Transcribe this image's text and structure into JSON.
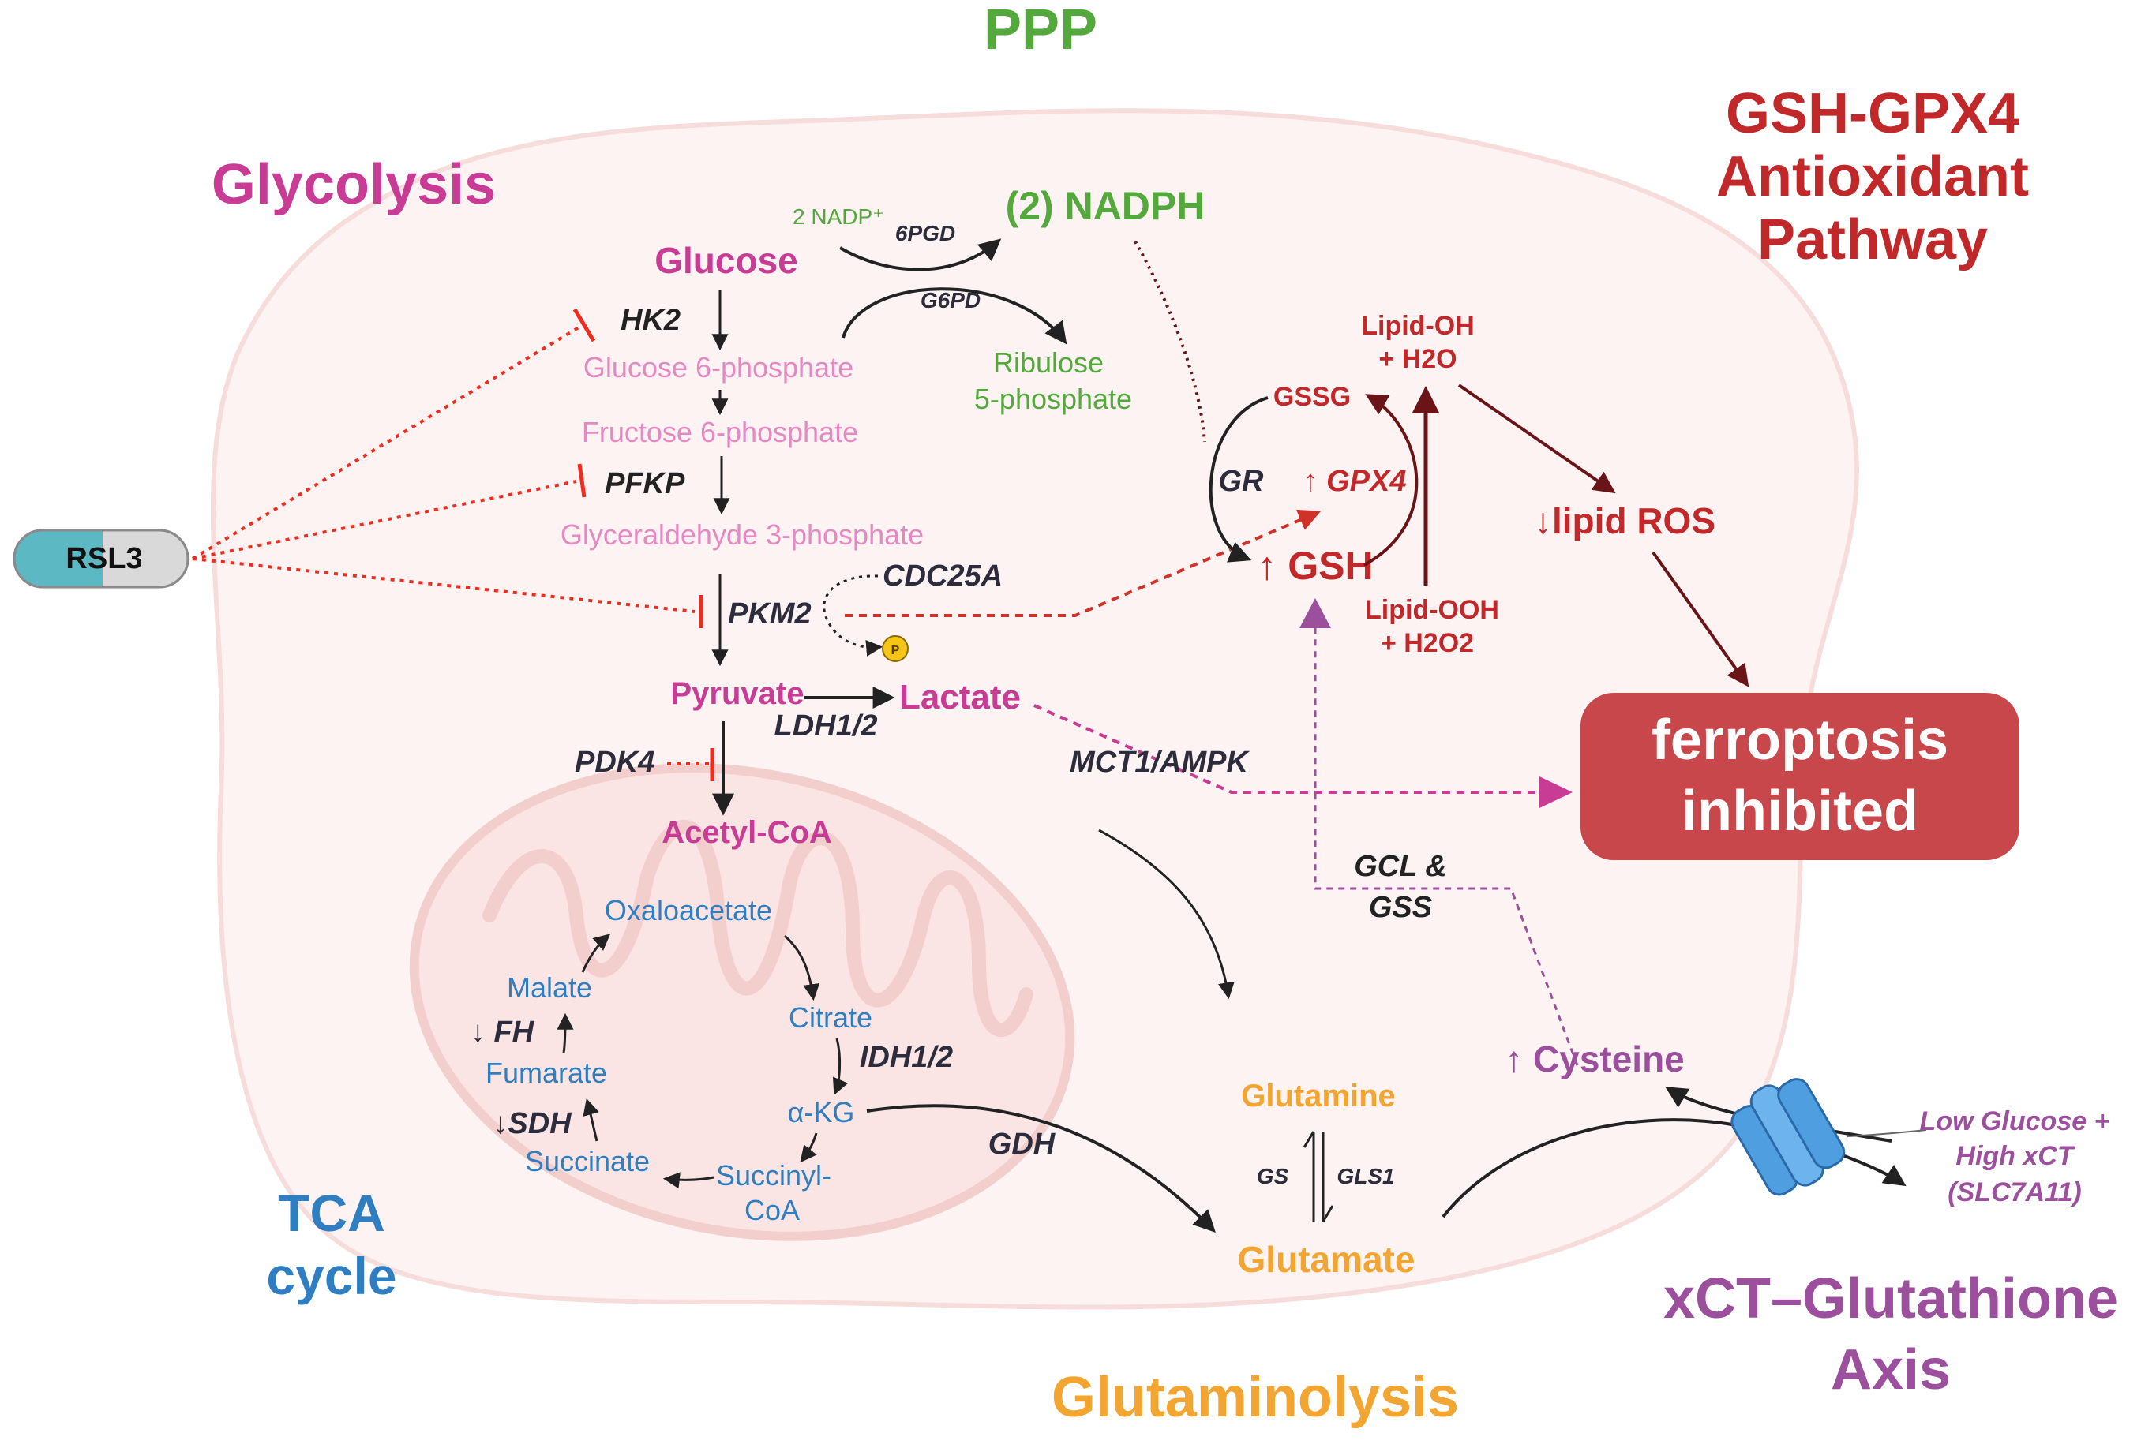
{
  "sections": {
    "glycolysis": "Glycolysis",
    "ppp": "PPP",
    "gsh_line1": "GSH-GPX4",
    "gsh_line2": "Antioxidant",
    "gsh_line3": "Pathway",
    "tca_line1": "TCA",
    "tca_line2": "cycle",
    "glutaminolysis": "Glutaminolysis",
    "xct_line1": "xCT–Glutathione",
    "xct_line2": "Axis"
  },
  "drug": {
    "label": "RSL3"
  },
  "glycolysis": {
    "glucose": "Glucose",
    "hk2": "HK2",
    "g6p": "Glucose 6-phosphate",
    "f6p": "Fructose 6-phosphate",
    "pfkp": "PFKP",
    "g3p": "Glyceraldehyde 3-phosphate",
    "cdc25a": "CDC25A",
    "pkm2": "PKM2",
    "phospho": "P",
    "pyruvate": "Pyruvate",
    "ldh": "LDH1/2",
    "lactate": "Lactate",
    "pdk4": "PDK4",
    "acetylcoa": "Acetyl-CoA",
    "mct1": "MCT1/AMPK"
  },
  "ppp": {
    "nadp": "2 NADP⁺",
    "pgd6": "6PGD",
    "nadph": "(2) NADPH",
    "g6pd": "G6PD",
    "ribulose1": "Ribulose",
    "ribulose2": "5-phosphate"
  },
  "gsh": {
    "lipidoh1": "Lipid-OH",
    "lipidoh2": "+ H2O",
    "gssg": "GSSG",
    "gr": "GR",
    "gpx4": "↑ GPX4",
    "gsh": "↑ GSH",
    "lipidooh1": "Lipid-OOH",
    "lipidooh2": "+ H2O2",
    "lipidros": "↓lipid ROS",
    "ferro1": "ferroptosis",
    "ferro2": "inhibited",
    "gcl1": "GCL &",
    "gcl2": "GSS"
  },
  "tca": {
    "oxaloacetate": "Oxaloacetate",
    "malate": "Malate",
    "fh": "↓ FH",
    "fumarate": "Fumarate",
    "sdh": "↓SDH",
    "succinate": "Succinate",
    "citrate": "Citrate",
    "idh": "IDH1/2",
    "akg": "α-KG",
    "succinyl1": "Succinyl-",
    "succinyl2": "CoA"
  },
  "glut": {
    "glutamine": "Glutamine",
    "gs": "GS",
    "gls1": "GLS1",
    "glutamate": "Glutamate",
    "gdh": "GDH"
  },
  "xct": {
    "cysteine": "↑ Cysteine",
    "note1": "Low Glucose +",
    "note2": "High xCT",
    "note3": "(SLC7A11)"
  },
  "colors": {
    "glycolysis": "#c83c96",
    "glycolysis_light": "#e489c2",
    "ppp": "#54a93d",
    "gsh": "#c0282a",
    "gsh_dark": "#6b1418",
    "tca": "#2f7ec2",
    "glut": "#f2a531",
    "xct": "#9b4f9c",
    "enzyme": "#2c2c3c",
    "inhibit": "#f02c1e",
    "ferro_box": "#c8474a"
  }
}
